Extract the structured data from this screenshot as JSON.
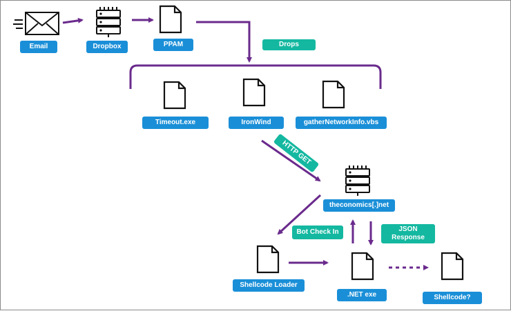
{
  "nodes": {
    "email": {
      "label": "Email",
      "icon": "envelope-icon"
    },
    "dropbox": {
      "label": "Dropbox",
      "icon": "server-icon"
    },
    "ppam": {
      "label": "PPAM",
      "icon": "file-icon"
    },
    "timeout": {
      "label": "Timeout.exe",
      "icon": "file-icon"
    },
    "ironwind": {
      "label": "IronWind",
      "icon": "file-icon"
    },
    "gather": {
      "label": "gatherNetworkInfo.vbs",
      "icon": "file-icon"
    },
    "server": {
      "label": "theconomics[.]net",
      "icon": "server-icon"
    },
    "loader": {
      "label": "Shellcode Loader",
      "icon": "file-icon"
    },
    "netexe": {
      "label": ".NET exe",
      "icon": "file-icon"
    },
    "shellcode": {
      "label": "Shellcode?",
      "icon": "file-icon"
    }
  },
  "edge_labels": {
    "drops": "Drops",
    "http_get": "HTTP GET",
    "bot_check_in": "Bot Check In",
    "json_response": "JSON Response"
  },
  "colors": {
    "arrow": "#6a2a8c",
    "node_label": "#1a8fd8",
    "edge_label": "#14b8a0",
    "icon": "#111111"
  }
}
